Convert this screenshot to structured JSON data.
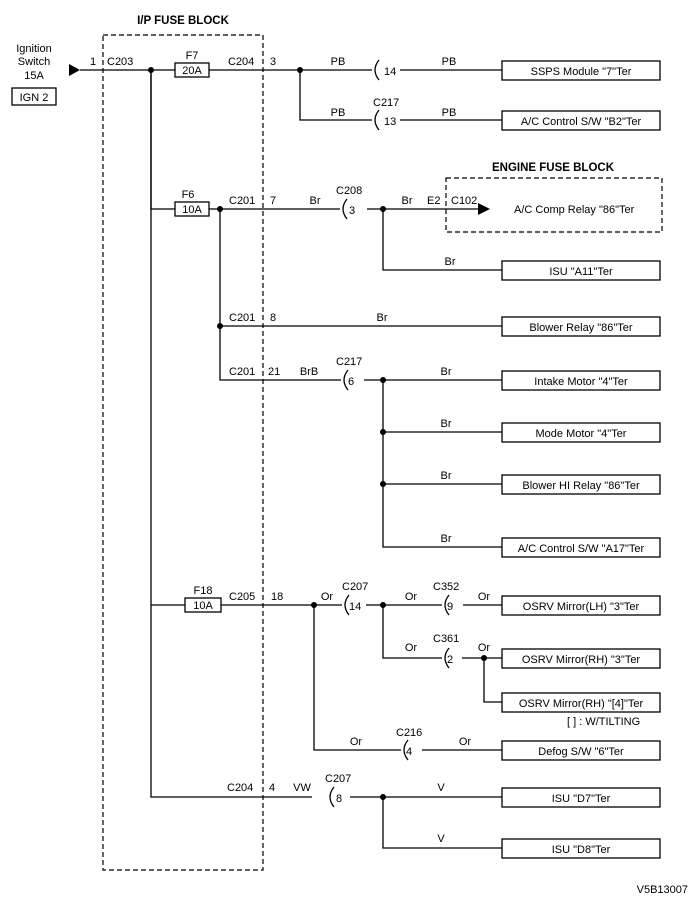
{
  "source": {
    "name_line1": "Ignition",
    "name_line2": "Switch",
    "rating": "15A",
    "terminal": "IGN 2"
  },
  "blocks": {
    "ip": "I/P FUSE BLOCK",
    "engine": "ENGINE FUSE BLOCK"
  },
  "fuses": [
    {
      "id": "F7",
      "rating": "20A"
    },
    {
      "id": "F6",
      "rating": "10A"
    },
    {
      "id": "F18",
      "rating": "10A"
    }
  ],
  "connectors": {
    "c203": "C203",
    "c204": "C204",
    "c201": "C201",
    "c205": "C205",
    "c208": "C208",
    "c217": "C217",
    "c207": "C207",
    "c352": "C352",
    "c361": "C361",
    "c216": "C216",
    "c102": "C102",
    "e2": "E2"
  },
  "pins": {
    "p1": "1",
    "p3": "3",
    "p14": "14",
    "p13": "13",
    "p7": "7",
    "p8": "8",
    "p21": "21",
    "p6": "6",
    "p18": "18",
    "p9": "9",
    "p2": "2",
    "p4": "4"
  },
  "wires": {
    "pb": "PB",
    "br": "Br",
    "brb": "BrB",
    "or": "Or",
    "vw": "VW",
    "v": "V"
  },
  "loads": [
    "SSPS Module \"7\"Ter",
    "A/C Control S/W \"B2\"Ter",
    "A/C Comp Relay \"86\"Ter",
    "ISU \"A11\"Ter",
    "Blower Relay \"86\"Ter",
    "Intake Motor \"4\"Ter",
    "Mode Motor \"4\"Ter",
    "Blower HI Relay \"86\"Ter",
    "A/C Control S/W \"A17\"Ter",
    "OSRV Mirror(LH) \"3\"Ter",
    "OSRV Mirror(RH) \"3\"Ter",
    "OSRV Mirror(RH) \"[4]\"Ter",
    "Defog S/W \"6\"Ter",
    "ISU \"D7\"Ter",
    "ISU \"D8\"Ter"
  ],
  "note": "[   ] : W/TILTING",
  "figure_id": "V5B13007"
}
